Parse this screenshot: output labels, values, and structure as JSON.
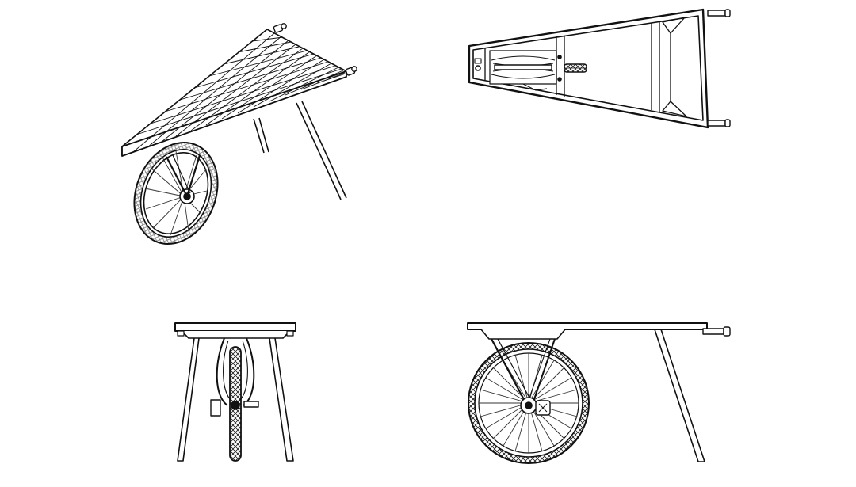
{
  "colors": {
    "ink": "#111111",
    "paper": "#ffffff",
    "spoke": "#333333"
  },
  "views": [
    "isometric-view",
    "top-view",
    "front-view",
    "side-view"
  ]
}
